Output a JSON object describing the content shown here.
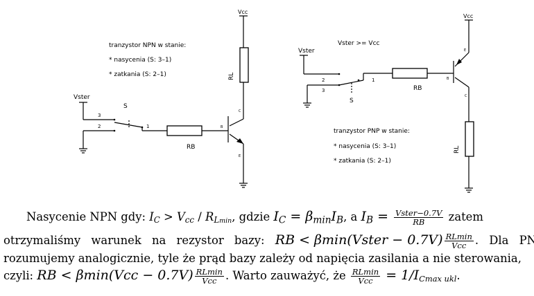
{
  "figure": {
    "npn": {
      "vcc": "Vcc",
      "vster": "Vster",
      "rl": "RL",
      "rb": "RB",
      "switch": "S",
      "pin1": "1",
      "pin2": "2",
      "pin3": "3",
      "pin_c": "C",
      "pin_b": "B",
      "pin_e": "E",
      "title": "tranzystor NPN w stanie:",
      "state1": "* nasycenia (S: 3–1)",
      "state2": "* zatkania (S: 2–1)"
    },
    "pnp": {
      "vcc": "Vcc",
      "vster": "Vster",
      "condition": "Vster >= Vcc",
      "rl": "RL",
      "rb": "RB",
      "switch": "S",
      "pin1": "1",
      "pin2": "2",
      "pin3": "3",
      "pin_c": "C",
      "pin_b": "B",
      "pin_e": "E",
      "title": "tranzystor PNP w stanie:",
      "state1": "* nasycenia (S: 3–1)",
      "state2": "* zatkania (S: 2–1)"
    }
  },
  "text": {
    "l1_a": "Nasycenie NPN gdy: ",
    "l1_ic": "I",
    "l1_ic_sub": "C",
    "l1_gt": " > ",
    "l1_vcc": "V",
    "l1_vcc_sub": "cc",
    "l1_slash": " / ",
    "l1_rl": "R",
    "l1_rl_sub": "L",
    "l1_rl_subsub": "min",
    "l1_b": ", gdzie ",
    "l1_eq1": "I",
    "l1_eq1_sub": "C",
    "l1_eq1_rest": " = β",
    "l1_eq1_min": "min",
    "l1_eq1_ib": "I",
    "l1_eq1_ib_sub": "B",
    "l1_c": ", a ",
    "l1_ib": "I",
    "l1_ib_sub": "B",
    "l1_ib_eq": " = ",
    "l1_frac_num": "Vster−0.7V",
    "l1_frac_den": "RB",
    "l1_d": " zatem",
    "l2_a": "otrzymaliśmy warunek na rezystor bazy: ",
    "l2_formula": "RB < βmin(Vster − 0.7V)",
    "l2_frac_num": "RLmin",
    "l2_frac_den": "Vcc",
    "l2_b": ". Dla PNP",
    "l3": "rozumujemy analogicznie, tyle że prąd bazy zależy od napięcia zasilania a nie sterowania,",
    "l4_a": "czyli: ",
    "l4_formula": "RB < βmin(Vcc − 0.7V)",
    "l4_frac_num": "RLmin",
    "l4_frac_den": "Vcc",
    "l4_b": ". Warto zauważyć, że ",
    "l4_frac2_num": "RLmin",
    "l4_frac2_den": "Vcc",
    "l4_eq": " = 1/I",
    "l4_eq_sub": "Cmax ukl",
    "l4_end": "."
  }
}
